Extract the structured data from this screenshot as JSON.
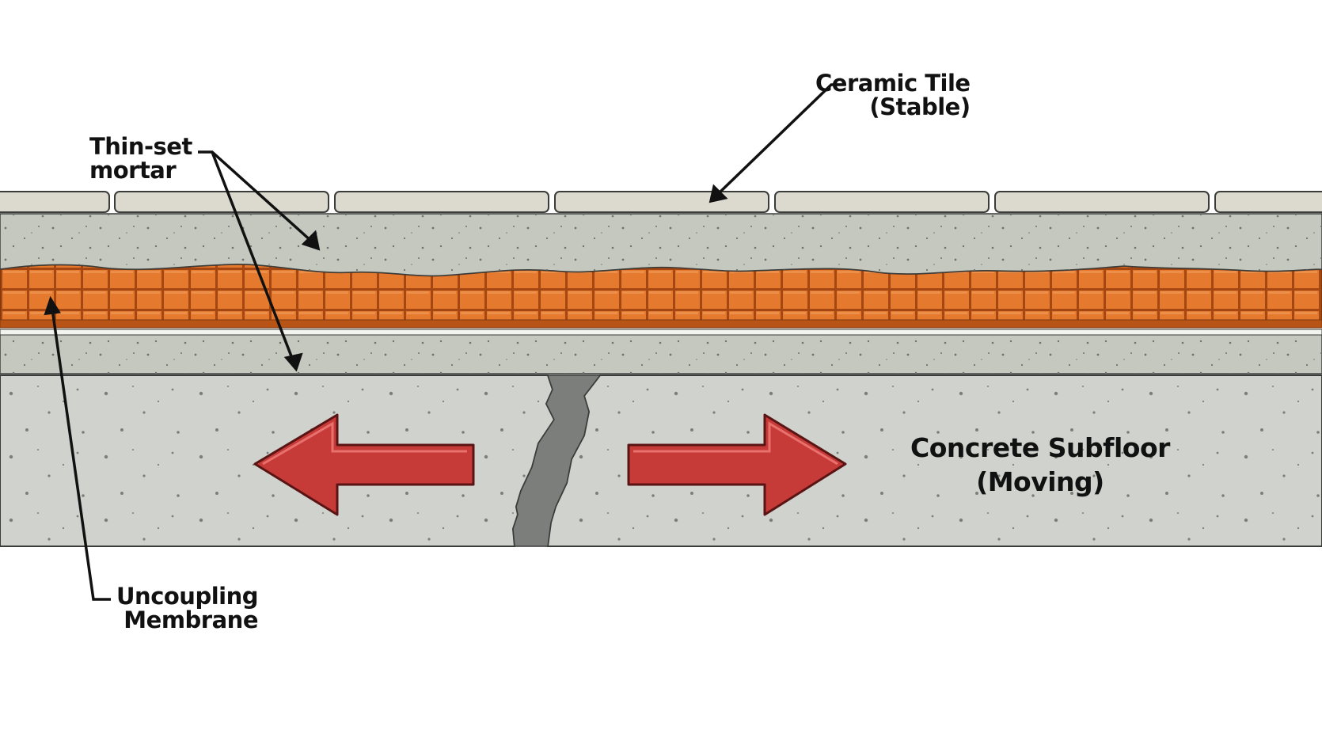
{
  "labels": {
    "ceramic_tile": {
      "line1": "Ceramic Tile",
      "line2": "(Stable)"
    },
    "thinset_mortar": {
      "line1": "Thin-set",
      "line2": "mortar"
    },
    "concrete_subfloor": {
      "line1": "Concrete Subfloor",
      "line2": "(Moving)"
    },
    "uncoupling_membrane": {
      "line1": "Uncoupling",
      "line2": "Membrane"
    }
  },
  "colors": {
    "tile": "#dcd9ce",
    "mortar": "#c5c8bf",
    "membrane": "#e0752c",
    "membrane_grid": "#a44712",
    "concrete": "#cfd2cd",
    "crack": "#7b7e7b",
    "arrow": "#c63a38",
    "leader": "#111111"
  },
  "icons": {
    "left_arrow": "arrow-left-icon",
    "right_arrow": "arrow-right-icon"
  }
}
